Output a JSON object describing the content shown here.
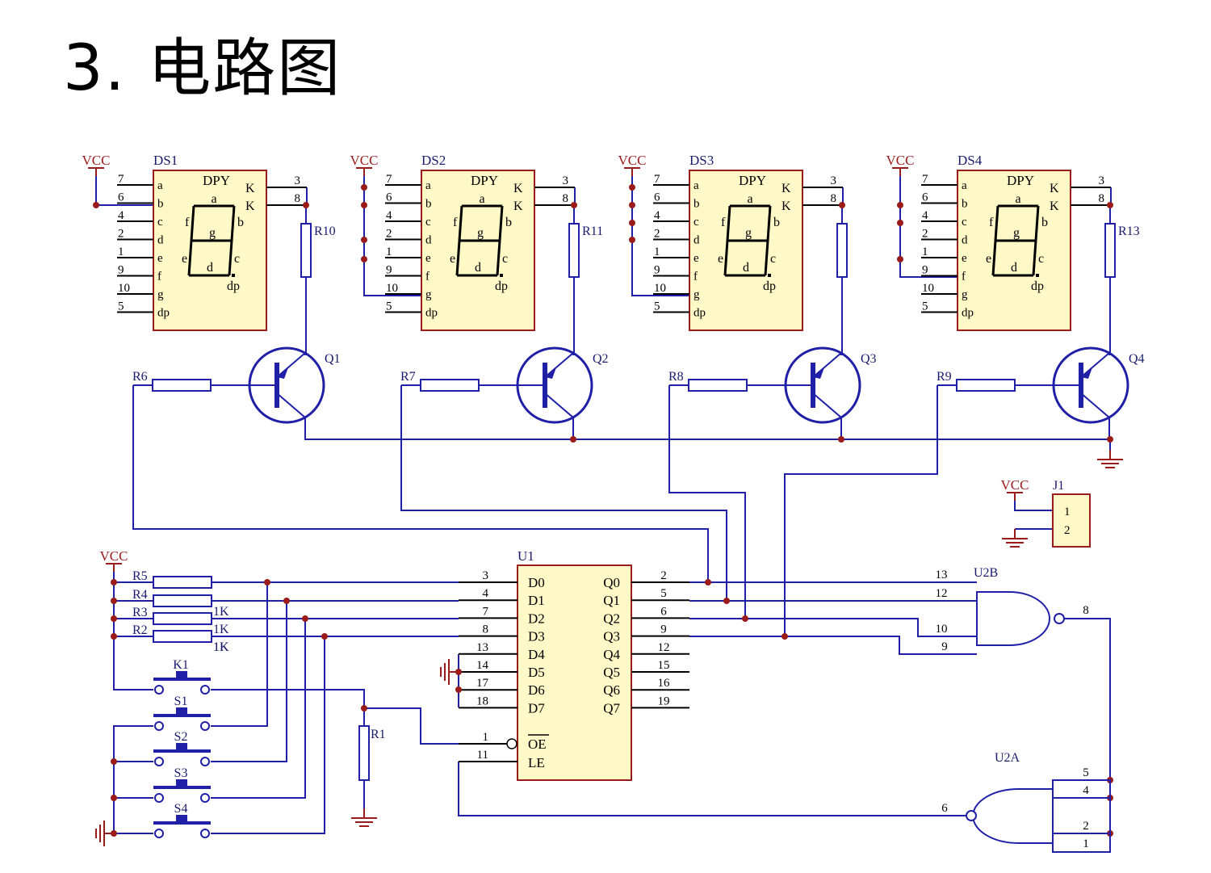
{
  "title": "3. 电路图",
  "colors": {
    "wire": "#1f1fa8",
    "component_outline": "#9b1b1b",
    "component_fill": "#fff9c8",
    "label_text": "#1a1a6e",
    "pin_text": "#000000",
    "power": "#9b1b1b"
  },
  "power_labels": {
    "vcc": "VCC"
  },
  "displays": [
    {
      "ref": "DS1",
      "type": "DPY",
      "pins_left": [
        "7",
        "6",
        "4",
        "2",
        "1",
        "9",
        "10",
        "5"
      ],
      "segs": [
        "a",
        "b",
        "c",
        "d",
        "e",
        "f",
        "g",
        "dp"
      ],
      "pins_right": [
        "3",
        "8"
      ],
      "k": [
        "K",
        "K"
      ],
      "resistor": "R10"
    },
    {
      "ref": "DS2",
      "type": "DPY",
      "pins_left": [
        "7",
        "6",
        "4",
        "2",
        "1",
        "9",
        "10",
        "5"
      ],
      "segs": [
        "a",
        "b",
        "c",
        "d",
        "e",
        "f",
        "g",
        "dp"
      ],
      "pins_right": [
        "3",
        "8"
      ],
      "k": [
        "K",
        "K"
      ],
      "resistor": "R11"
    },
    {
      "ref": "DS3",
      "type": "DPY",
      "pins_left": [
        "7",
        "6",
        "4",
        "2",
        "1",
        "9",
        "10",
        "5"
      ],
      "segs": [
        "a",
        "b",
        "c",
        "d",
        "e",
        "f",
        "g",
        "dp"
      ],
      "pins_right": [
        "3",
        "8"
      ],
      "k": [
        "K",
        "K"
      ],
      "resistor": ""
    },
    {
      "ref": "DS4",
      "type": "DPY",
      "pins_left": [
        "7",
        "6",
        "4",
        "2",
        "1",
        "9",
        "10",
        "5"
      ],
      "segs": [
        "a",
        "b",
        "c",
        "d",
        "e",
        "f",
        "g",
        "dp"
      ],
      "pins_right": [
        "3",
        "8"
      ],
      "k": [
        "K",
        "K"
      ],
      "resistor": "R13"
    }
  ],
  "seg_glyph_labels": [
    "a",
    "b",
    "c",
    "d",
    "e",
    "f",
    "g",
    "dp"
  ],
  "transistors": [
    {
      "ref": "Q1",
      "base_resistor": "R6"
    },
    {
      "ref": "Q2",
      "base_resistor": "R7"
    },
    {
      "ref": "Q3",
      "base_resistor": "R8"
    },
    {
      "ref": "Q4",
      "base_resistor": "R9"
    }
  ],
  "connector": {
    "ref": "J1",
    "pins": [
      "1",
      "2"
    ]
  },
  "latch": {
    "ref": "U1",
    "inputs": [
      "D0",
      "D1",
      "D2",
      "D3",
      "D4",
      "D5",
      "D6",
      "D7"
    ],
    "input_pins": [
      "3",
      "4",
      "7",
      "8",
      "13",
      "14",
      "17",
      "18"
    ],
    "outputs": [
      "Q0",
      "Q1",
      "Q2",
      "Q3",
      "Q4",
      "Q5",
      "Q6",
      "Q7"
    ],
    "output_pins": [
      "2",
      "5",
      "6",
      "9",
      "12",
      "15",
      "16",
      "19"
    ],
    "oe_label": "OE",
    "oe_pin": "1",
    "le_label": "LE",
    "le_pin": "11"
  },
  "pullups": [
    {
      "ref": "R5",
      "value": ""
    },
    {
      "ref": "R4",
      "value": "1K"
    },
    {
      "ref": "R3",
      "value": "1K"
    },
    {
      "ref": "R2",
      "value": "1K"
    }
  ],
  "extra_value": "1K",
  "switches": [
    "K1",
    "S1",
    "S2",
    "S3",
    "S4"
  ],
  "r1": "R1",
  "gates": {
    "u2b": {
      "ref": "U2B",
      "pins_in": [
        "13",
        "12",
        "10",
        "9"
      ],
      "pin_out": "8"
    },
    "u2a": {
      "ref": "U2A",
      "pins_in": [
        "5",
        "4",
        "2",
        "1"
      ],
      "pin_out": "6"
    }
  }
}
